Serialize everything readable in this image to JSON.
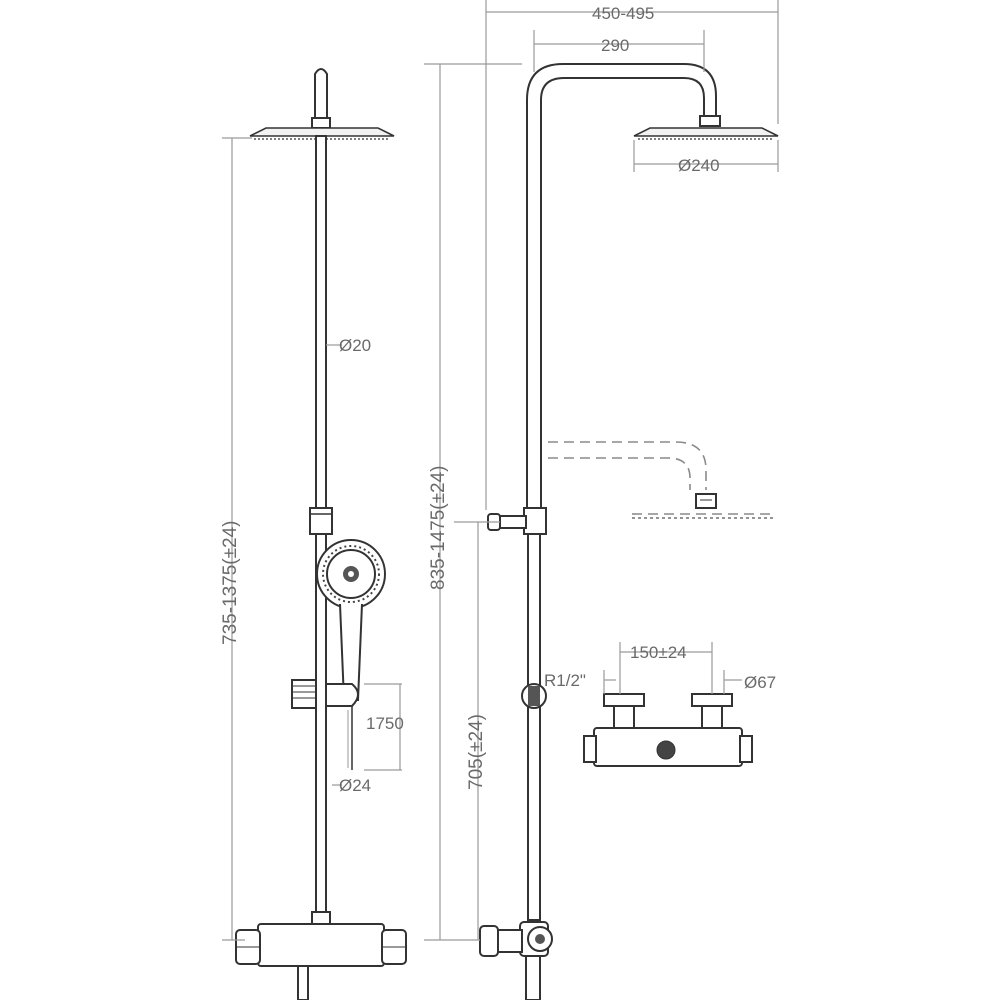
{
  "dimensions": {
    "total_width": "450-495",
    "arm_reach": "290",
    "head_diameter": "Ø240",
    "rod_diameter": "Ø20",
    "lower_tube_diameter": "Ø24",
    "hose_length": "1750",
    "front_height": "735-1375(±24)",
    "side_height": "835-1475(±24)",
    "mixer_height": "705(±24)",
    "thread": "R1/2\"",
    "inlet_spacing": "150±24",
    "eccentric_diameter": "Ø67"
  },
  "colors": {
    "outline": "#333333",
    "dimension": "#9a9a9a",
    "text": "#6a6a6a"
  }
}
